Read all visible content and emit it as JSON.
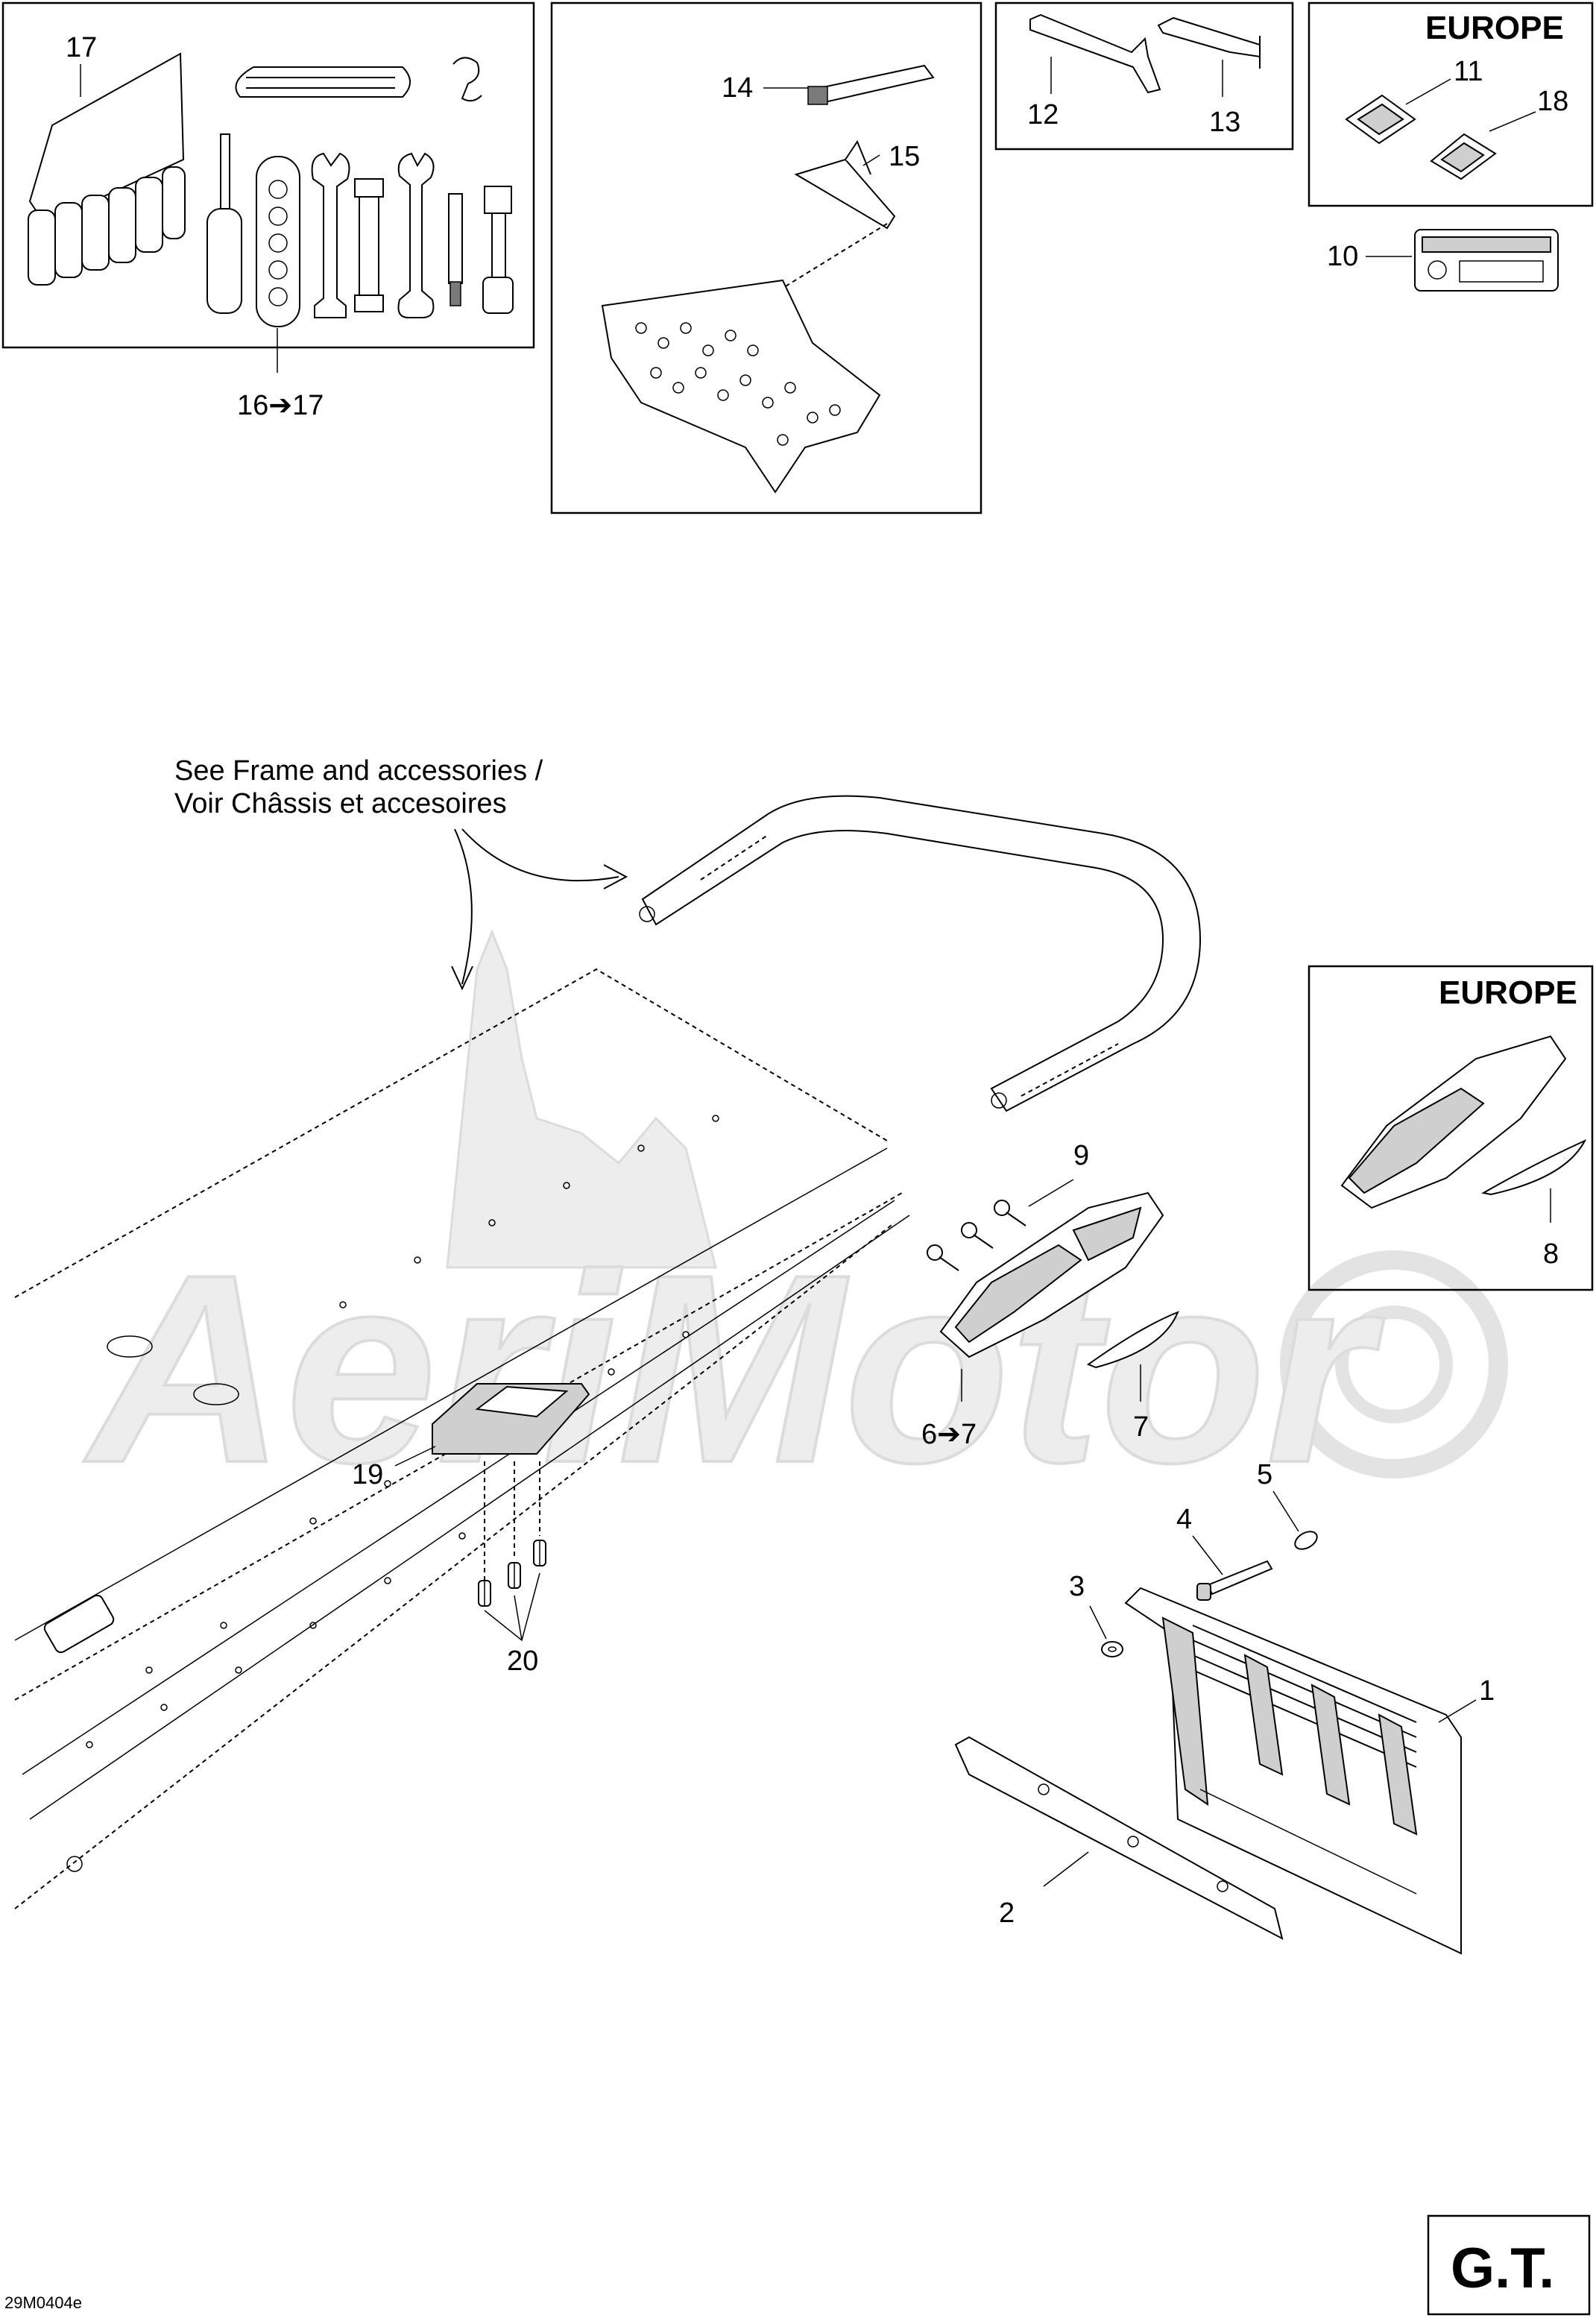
{
  "watermark": {
    "text": "AeriMotor"
  },
  "insets": {
    "tools_kit": {
      "label_main": "17",
      "label_range": "16➔17"
    },
    "protector": {
      "label_14": "14",
      "label_15": "15"
    },
    "brackets": {
      "label_12": "12",
      "label_13": "13"
    },
    "europe_decals": {
      "title": "EUROPE",
      "label_11": "11",
      "label_18": "18"
    },
    "label_10": "10",
    "europe_reflector": {
      "title": "EUROPE",
      "label_8": "8"
    }
  },
  "main": {
    "see_note_line1": "See Frame and accessories /",
    "see_note_line2": "Voir Châssis et accesoires",
    "callouts": {
      "c1": "1",
      "c2": "2",
      "c3": "3",
      "c4": "4",
      "c5": "5",
      "c6_7": "6➔7",
      "c7": "7",
      "c9": "9",
      "c19": "19",
      "c20": "20"
    }
  },
  "model_badge": "G.T.",
  "drawing_code": "29M0404e"
}
